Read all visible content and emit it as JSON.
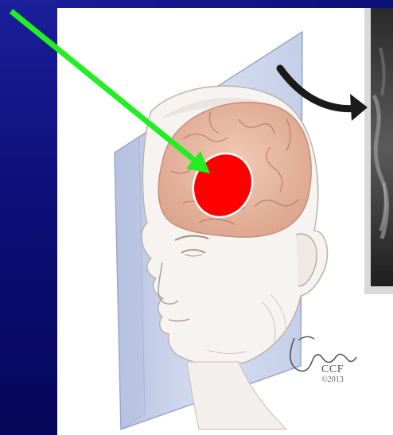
{
  "image": {
    "subject": "head-brain-illustration",
    "signature": "Jkanasz",
    "credit": "CCF",
    "year": "©2013",
    "colors": {
      "background_left": "#0c0f78",
      "arrow_highlight": "#22ee22",
      "lesion_marker": "#ff0000",
      "curved_arrow": "#1a1a1a"
    }
  }
}
